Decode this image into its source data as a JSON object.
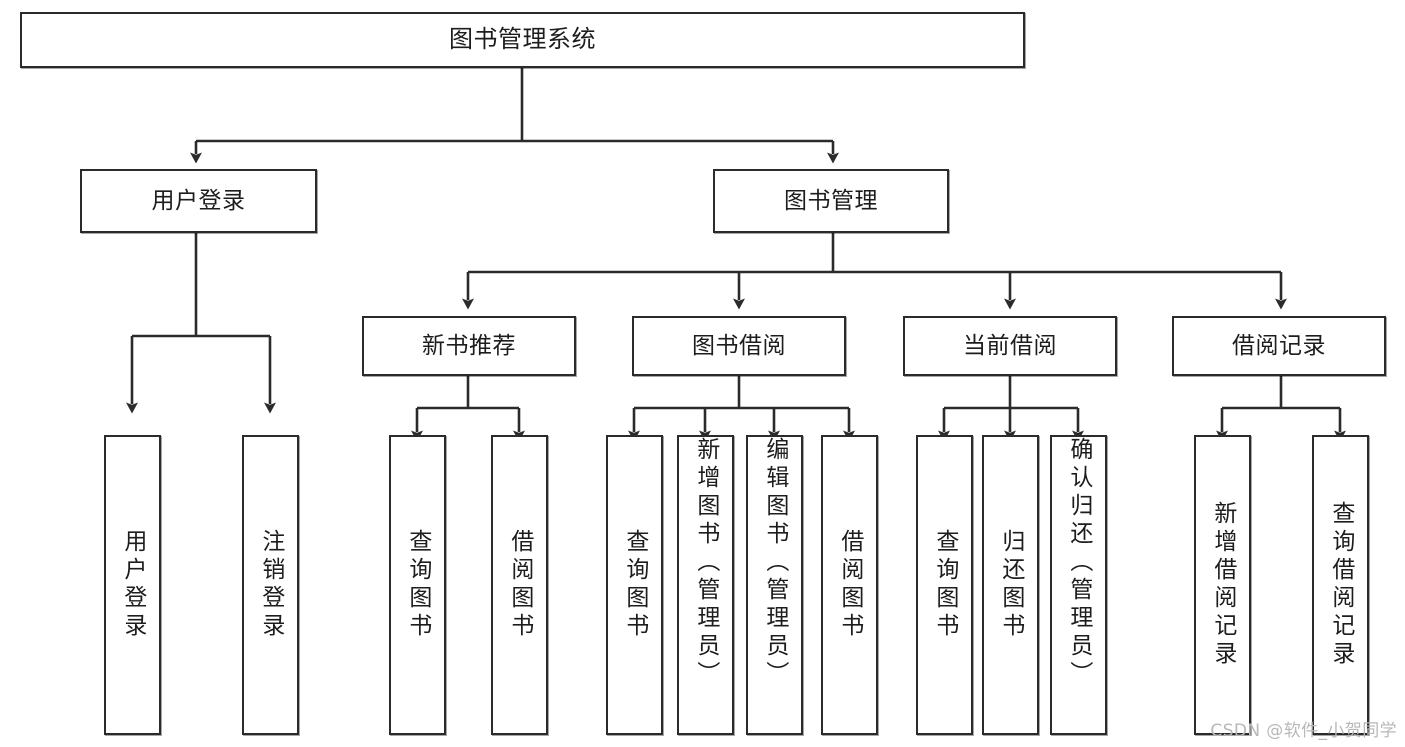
{
  "diagram": {
    "title": "图书管理系统",
    "type": "tree-hierarchy-chart",
    "stroke_color": "#2b2b2b",
    "fill_color": "#ffffff",
    "text_color": "#1d1d1d"
  },
  "nodes": {
    "root": {
      "label": "图书管理系统"
    },
    "level2": [
      {
        "label": "用户登录"
      },
      {
        "label": "图书管理"
      }
    ],
    "level3": [
      {
        "label": "新书推荐"
      },
      {
        "label": "图书借阅"
      },
      {
        "label": "当前借阅"
      },
      {
        "label": "借阅记录"
      }
    ],
    "leaves_user_login": [
      {
        "label": "用户登录"
      },
      {
        "label": "注销登录"
      }
    ],
    "leaves_new_book": [
      {
        "label": "查询图书"
      },
      {
        "label": "借阅图书"
      }
    ],
    "leaves_borrow": [
      {
        "label": "查询图书"
      },
      {
        "label": "新增图书（管理员）"
      },
      {
        "label": "编辑图书（管理员）"
      },
      {
        "label": "借阅图书"
      }
    ],
    "leaves_current": [
      {
        "label": "查询图书"
      },
      {
        "label": "归还图书"
      },
      {
        "label": "确认归还（管理员）"
      }
    ],
    "leaves_record": [
      {
        "label": "新增借阅记录"
      },
      {
        "label": "查询借阅记录"
      }
    ]
  },
  "watermark": {
    "text": "CSDN @软件_小贺同学"
  }
}
